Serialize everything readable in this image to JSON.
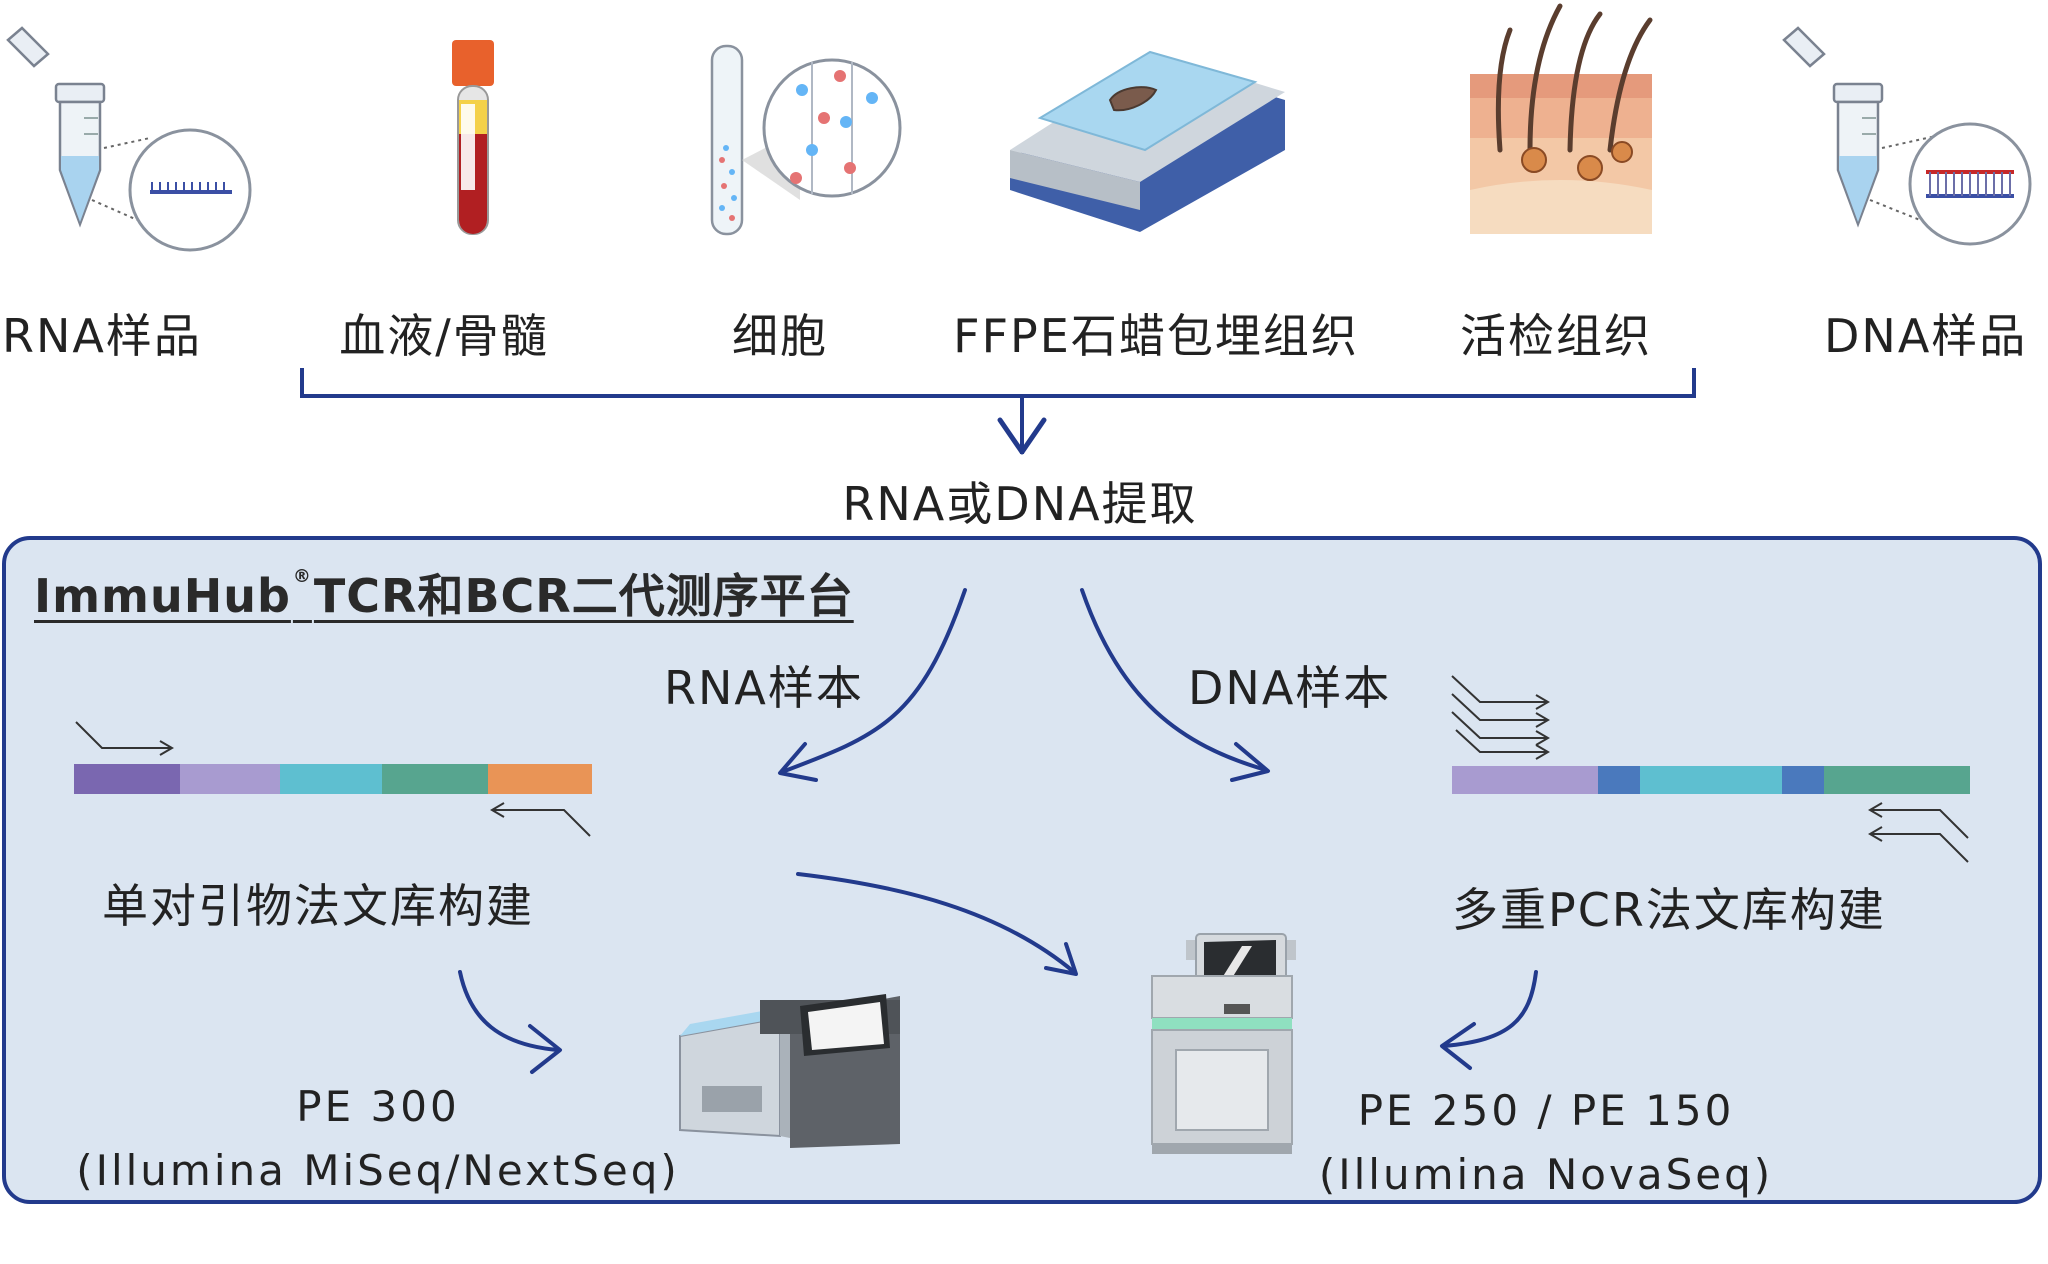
{
  "samples": [
    {
      "id": "rna",
      "label": "RNA样品"
    },
    {
      "id": "blood",
      "label": "血液/骨髓"
    },
    {
      "id": "cells",
      "label": "细胞"
    },
    {
      "id": "ffpe",
      "label": "FFPE石蜡包埋组织"
    },
    {
      "id": "biopsy",
      "label": "活检组织"
    },
    {
      "id": "dna",
      "label": "DNA样品"
    }
  ],
  "extraction_label": "RNA或DNA提取",
  "panel": {
    "title_main": "ImmuHub",
    "title_mark": "®",
    "title_rest": "TCR和BCR二代测序平台"
  },
  "branches": {
    "rna_sample": "RNA样本",
    "dna_sample": "DNA样本"
  },
  "methods": {
    "single_primer": "单对引物法文库构建",
    "multiplex_pcr": "多重PCR法文库构建"
  },
  "platforms": {
    "left_mode": "PE 300",
    "left_instrument": "(Illumina MiSeq/NextSeq)",
    "right_mode": "PE 250 / PE 150",
    "right_instrument": "(Illumina NovaSeq)"
  },
  "colors": {
    "arrow": "#223a8c",
    "panel_fill": "#dbe5f1",
    "panel_border": "#223a8c",
    "seg_purple_dark": "#7a67b0",
    "seg_purple_light": "#a89bd0",
    "seg_cyan": "#5ebfd0",
    "seg_green": "#57a58f",
    "seg_orange": "#e99456",
    "seg_blue": "#4a79bd"
  }
}
